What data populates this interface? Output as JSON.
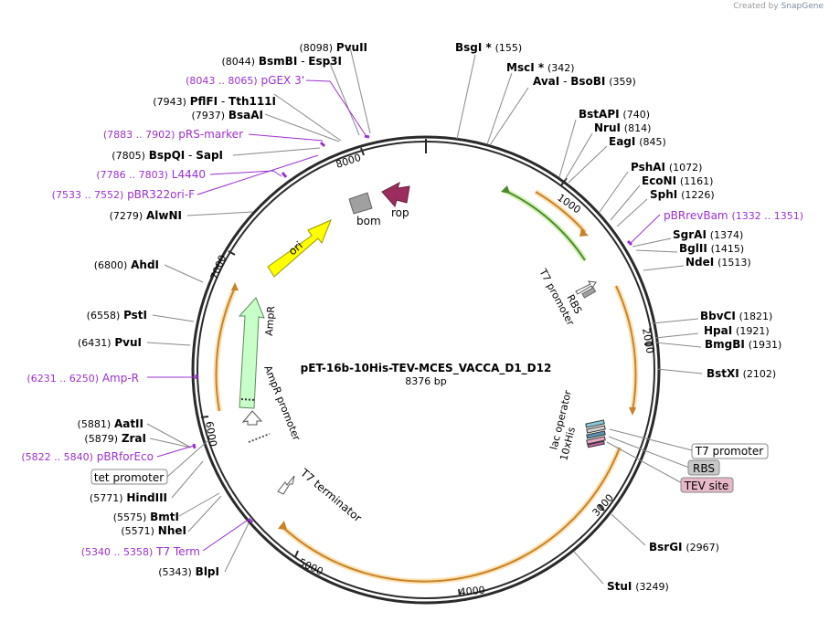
{
  "credit": {
    "prefix": "Created by",
    "brand": "SnapGene"
  },
  "plasmid": {
    "name": "pET-16b-10His-TEV-MCES_VACCA_D1_D12",
    "size_label": "8376 bp",
    "length": 8376
  },
  "colors": {
    "enzyme": "#000000",
    "primer": "#9b30d0",
    "backbone": "#2a2a2a",
    "orange_feature": "#e8a13a",
    "green_feature": "#6bb23a",
    "ori": "#ffff00",
    "ampr": "#c8ffc8",
    "rop": "#9b2d5e",
    "bom": "#a0a0a0"
  },
  "ticks": [
    "1000",
    "2000",
    "3000",
    "4000",
    "5000",
    "6000",
    "7000",
    "8000"
  ],
  "enzymes_left": [
    {
      "pos": "(8098)",
      "name": "PvuII"
    },
    {
      "pos": "(8044)",
      "name": "BsmBI",
      "name2": "Esp3I"
    },
    {
      "pos": "(7943)",
      "name": "PflFI",
      "name2": "Tth111I"
    },
    {
      "pos": "(7937)",
      "name": "BsaAI"
    },
    {
      "pos": "(7805)",
      "name": "BspQI",
      "name2": "SapI"
    },
    {
      "pos": "(7279)",
      "name": "AlwNI"
    },
    {
      "pos": "(6800)",
      "name": "AhdI"
    },
    {
      "pos": "(6558)",
      "name": "PstI"
    },
    {
      "pos": "(6431)",
      "name": "PvuI"
    },
    {
      "pos": "(5881)",
      "name": "AatII"
    },
    {
      "pos": "(5879)",
      "name": "ZraI"
    },
    {
      "pos": "(5771)",
      "name": "HindIII"
    },
    {
      "pos": "(5575)",
      "name": "BmtI"
    },
    {
      "pos": "(5571)",
      "name": "NheI"
    },
    {
      "pos": "(5343)",
      "name": "BlpI"
    }
  ],
  "enzymes_right": [
    {
      "name": "BsgI *",
      "pos": "(155)"
    },
    {
      "name": "MscI *",
      "pos": "(342)"
    },
    {
      "name": "AvaI",
      "name2": "BsoBI",
      "pos": "(359)"
    },
    {
      "name": "BstAPI",
      "pos": "(740)"
    },
    {
      "name": "NruI",
      "pos": "(814)"
    },
    {
      "name": "EagI",
      "pos": "(845)"
    },
    {
      "name": "PshAI",
      "pos": "(1072)"
    },
    {
      "name": "EcoNI",
      "pos": "(1161)"
    },
    {
      "name": "SphI",
      "pos": "(1226)"
    },
    {
      "name": "SgrAI",
      "pos": "(1374)"
    },
    {
      "name": "BglII",
      "pos": "(1415)"
    },
    {
      "name": "NdeI",
      "pos": "(1513)"
    },
    {
      "name": "BbvCI",
      "pos": "(1821)"
    },
    {
      "name": "HpaI",
      "pos": "(1921)"
    },
    {
      "name": "BmgBI",
      "pos": "(1931)"
    },
    {
      "name": "BstXI",
      "pos": "(2102)"
    },
    {
      "name": "BsrGI",
      "pos": "(2967)"
    },
    {
      "name": "StuI",
      "pos": "(3249)"
    }
  ],
  "primers": [
    {
      "range": "(8043 .. 8065)",
      "name": "pGEX 3'"
    },
    {
      "range": "(7883 .. 7902)",
      "name": "pRS-marker"
    },
    {
      "range": "(7786 .. 7803)",
      "name": "L4440"
    },
    {
      "range": "(7533 .. 7552)",
      "name": "pBR322ori-F"
    },
    {
      "range": "(6231 .. 6250)",
      "name": "Amp-R"
    },
    {
      "range": "(5822 .. 5840)",
      "name": "pBRforEco"
    },
    {
      "range": "(5340 .. 5358)",
      "name": "T7 Term"
    },
    {
      "range": "(1332 .. 1351)",
      "name": "pBRrevBam"
    }
  ],
  "features": {
    "ori": "ori",
    "ampr": "AmpR",
    "ampr_promoter": "AmpR promoter",
    "bom": "bom",
    "rop": "rop",
    "t7_promoter": "T7 promoter",
    "rbs": "RBS",
    "lac_operator": "lac operator",
    "his": "10xHis",
    "t7_terminator": "T7 terminator"
  },
  "boxed_labels": {
    "tet_promoter": "tet promoter",
    "t7_promoter": "T7 promoter",
    "rbs": "RBS",
    "tev_site": "TEV site"
  }
}
